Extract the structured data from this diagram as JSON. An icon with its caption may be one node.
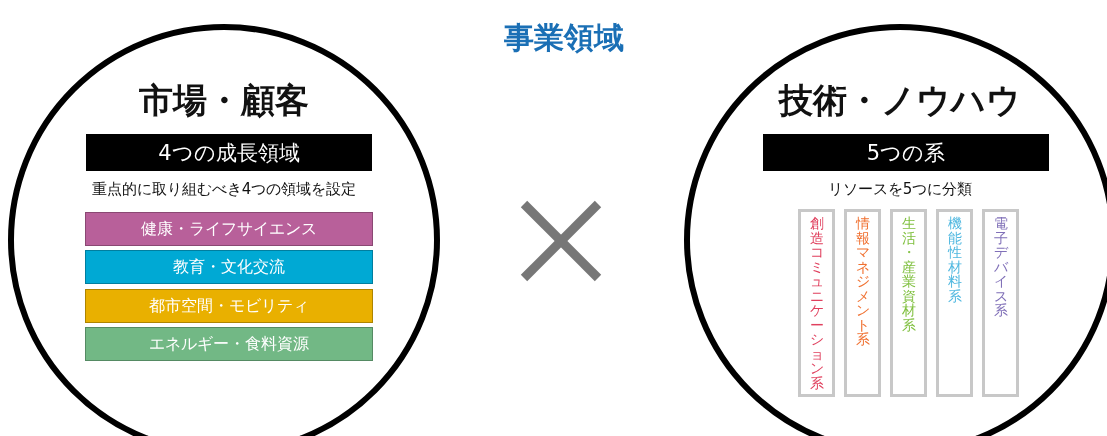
{
  "diagram": {
    "title": "事業領域",
    "nodes": [
      {
        "text": [
          "市場・顧客",
          "重点的に取り組むべき4つの領域を設定"
        ]
      },
      {
        "text": [
          "4つの成長領域"
        ],
        "in": 0
      },
      {
        "text": [
          "健康・ライフサイエンス"
        ],
        "in": 0
      },
      {
        "text": [
          "教育・文化交流"
        ],
        "in": 0
      },
      {
        "text": [
          "都市空間・モビリティ"
        ],
        "in": 0
      },
      {
        "text": [
          "エネルギー・食料資源"
        ],
        "in": 0
      },
      {
        "text": [
          "技術・ノウハウ",
          "リソースを5つに分類"
        ]
      },
      {
        "text": [
          "5つの系"
        ],
        "in": 6
      },
      {
        "text": [
          "創造コミュニケーション系"
        ],
        "in": 6
      },
      {
        "text": [
          "情報マネジメント系"
        ],
        "in": 6
      },
      {
        "text": [
          "生活・産業資材系"
        ],
        "in": 6
      },
      {
        "text": [
          "機能性材料系"
        ],
        "in": 6
      },
      {
        "text": [
          "電子デバイス系"
        ],
        "in": 6
      }
    ]
  }
}
